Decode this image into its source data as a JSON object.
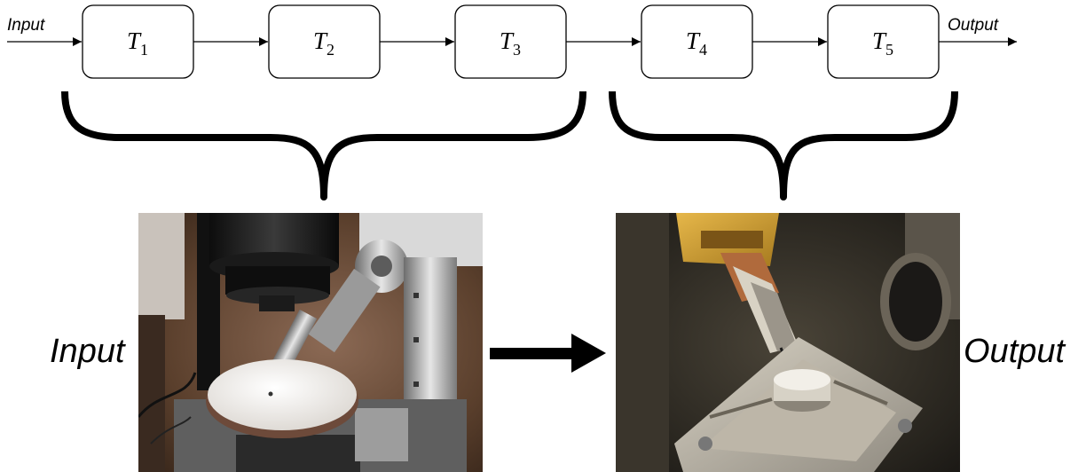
{
  "pipeline": {
    "input_label": "Input",
    "output_label": "Output",
    "stages": [
      {
        "letter": "T",
        "index": "1"
      },
      {
        "letter": "T",
        "index": "2"
      },
      {
        "letter": "T",
        "index": "3"
      },
      {
        "letter": "T",
        "index": "4"
      },
      {
        "letter": "T",
        "index": "5"
      }
    ],
    "groups": [
      {
        "stages": [
          "T1",
          "T2",
          "T3"
        ],
        "maps_to": "input-photo"
      },
      {
        "stages": [
          "T4",
          "T5"
        ],
        "maps_to": "output-photo"
      }
    ]
  },
  "photos": {
    "input_label": "Input",
    "output_label": "Output"
  },
  "colors": {
    "ink": "#000000",
    "background": "#ffffff"
  },
  "icons": {
    "arrow": "arrow-right-icon"
  }
}
